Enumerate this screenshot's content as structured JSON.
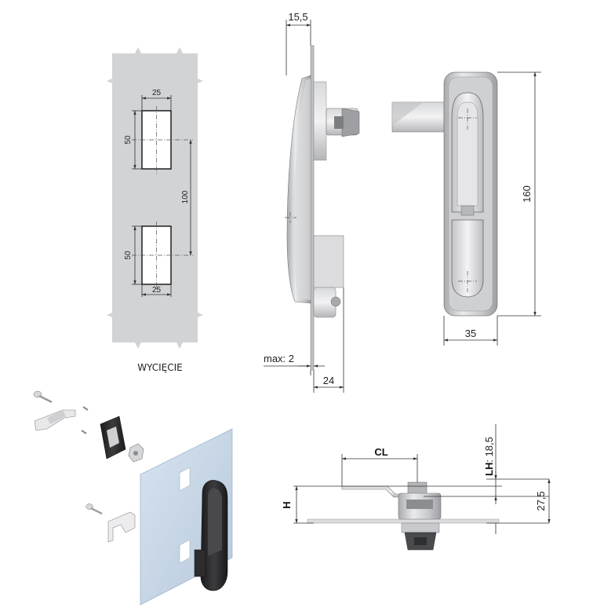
{
  "cutout": {
    "caption": "WYCIĘCIE",
    "dim_width_top": "25",
    "dim_width_bottom": "25",
    "dim_height_top": "50",
    "dim_height_bottom": "50",
    "dim_spacing": "100"
  },
  "side_view": {
    "dim_depth_top": "15,5",
    "dim_panel_max": "max: 2",
    "dim_depth_bottom": "24"
  },
  "front_view": {
    "dim_height": "160",
    "dim_width": "35"
  },
  "cam_view": {
    "dim_cl": "CL",
    "dim_h": "H",
    "dim_lh_prefix": "LH",
    "dim_lh_value": ": 18,5",
    "dim_total": "27,5"
  },
  "colors": {
    "background": "#ffffff",
    "panel_gray": "#d2d3d5",
    "metal_light": "#e8e8ea",
    "metal_mid": "#b7b8bb",
    "metal_dark": "#8c8d90",
    "accessory_black": "#2a2a2c",
    "panel_blue": "#c6d6e6",
    "line": "#333333"
  }
}
